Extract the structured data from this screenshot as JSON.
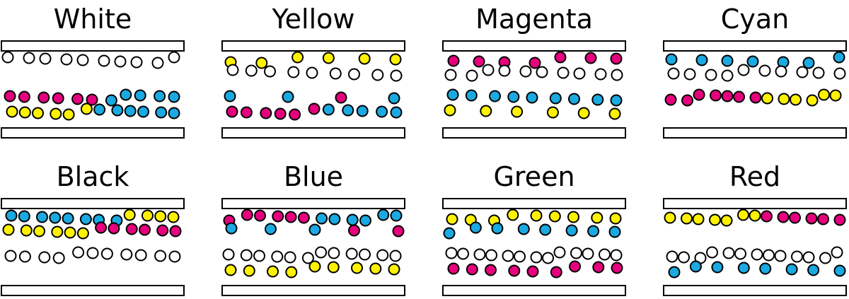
{
  "colors": {
    "white": "#ffffff",
    "yellow": "#fff200",
    "magenta": "#e6007e",
    "cyan": "#1ba9e1",
    "outline": "#000000"
  },
  "panels": [
    {
      "id": "white",
      "label": "White",
      "particles": [
        {
          "band": "upper",
          "row": [
            [
              "white",
              10
            ]
          ]
        },
        {
          "band": "lower",
          "row": [
            [
              "magenta",
              6
            ],
            [
              "cyan",
              5
            ]
          ]
        },
        {
          "band": "lower2",
          "row": [
            [
              "yellow",
              6
            ],
            [
              "cyan",
              6
            ]
          ]
        }
      ]
    },
    {
      "id": "yellow",
      "label": "Yellow",
      "particles": [
        {
          "band": "upper",
          "row": [
            [
              "yellow",
              6
            ]
          ]
        },
        {
          "band": "upper2",
          "row": [
            [
              "white",
              9
            ]
          ]
        },
        {
          "band": "lower",
          "row": [
            [
              "cyan",
              2
            ],
            [
              "magenta",
              1
            ],
            [
              "cyan",
              1
            ]
          ]
        },
        {
          "band": "lower2",
          "row": [
            [
              "magenta",
              6
            ],
            [
              "cyan",
              5
            ]
          ]
        }
      ]
    },
    {
      "id": "magenta",
      "label": "Magenta",
      "particles": [
        {
          "band": "upper",
          "row": [
            [
              "magenta",
              7
            ]
          ]
        },
        {
          "band": "upper2",
          "row": [
            [
              "white",
              10
            ]
          ]
        },
        {
          "band": "lower",
          "row": [
            [
              "cyan",
              9
            ]
          ]
        },
        {
          "band": "lower2",
          "row": [
            [
              "yellow",
              6
            ]
          ]
        }
      ]
    },
    {
      "id": "cyan",
      "label": "Cyan",
      "particles": [
        {
          "band": "upper",
          "row": [
            [
              "cyan",
              7
            ]
          ]
        },
        {
          "band": "upper2",
          "row": [
            [
              "white",
              10
            ]
          ]
        },
        {
          "band": "lower",
          "row": [
            [
              "magenta",
              7
            ],
            [
              "yellow",
              6
            ]
          ]
        }
      ]
    },
    {
      "id": "black",
      "label": "Black",
      "particles": [
        {
          "band": "upper",
          "row": [
            [
              "cyan",
              8
            ],
            [
              "yellow",
              4
            ]
          ]
        },
        {
          "band": "upper2",
          "row": [
            [
              "yellow",
              6
            ],
            [
              "magenta",
              6
            ]
          ]
        },
        {
          "band": "lower",
          "row": [
            [
              "white",
              11
            ]
          ]
        }
      ]
    },
    {
      "id": "blue",
      "label": "Blue",
      "particles": [
        {
          "band": "upper",
          "row": [
            [
              "magenta",
              6
            ],
            [
              "cyan",
              6
            ]
          ]
        },
        {
          "band": "upper2",
          "row": [
            [
              "cyan",
              3
            ],
            [
              "magenta",
              2
            ]
          ]
        },
        {
          "band": "lower",
          "row": [
            [
              "white",
              12
            ]
          ]
        },
        {
          "band": "lower2",
          "row": [
            [
              "yellow",
              9
            ]
          ]
        }
      ]
    },
    {
      "id": "green",
      "label": "Green",
      "particles": [
        {
          "band": "upper",
          "row": [
            [
              "yellow",
              9
            ]
          ]
        },
        {
          "band": "upper2",
          "row": [
            [
              "cyan",
              8
            ]
          ]
        },
        {
          "band": "lower",
          "row": [
            [
              "white",
              13
            ]
          ]
        },
        {
          "band": "lower2",
          "row": [
            [
              "magenta",
              9
            ]
          ]
        }
      ]
    },
    {
      "id": "red",
      "label": "Red",
      "particles": [
        {
          "band": "upper",
          "row": [
            [
              "yellow",
              7
            ],
            [
              "magenta",
              6
            ]
          ]
        },
        {
          "band": "lower",
          "row": [
            [
              "white",
              13
            ]
          ]
        },
        {
          "band": "lower2",
          "row": [
            [
              "cyan",
              8
            ]
          ]
        }
      ]
    }
  ]
}
